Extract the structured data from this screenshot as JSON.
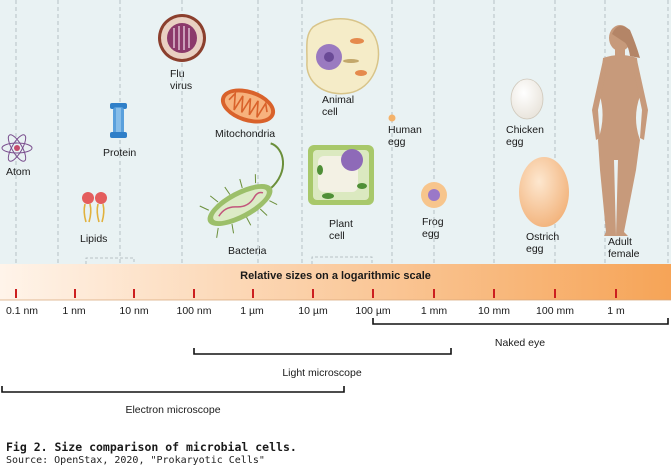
{
  "scale": {
    "title": "Relative sizes on a logarithmic scale",
    "ticks": [
      "0.1 nm",
      "1 nm",
      "10 nm",
      "100 nm",
      "1 µm",
      "10 µm",
      "100 µm",
      "1 mm",
      "10 mm",
      "100 mm",
      "1 m"
    ]
  },
  "items": {
    "atom": "Atom",
    "lipids": "Lipids",
    "protein": "Protein",
    "flu_virus": "Flu\nvirus",
    "mitochondria": "Mitochondria",
    "bacteria": "Bacteria",
    "animal_cell": "Animal\ncell",
    "plant_cell": "Plant\ncell",
    "human_egg": "Human\negg",
    "frog_egg": "Frog\negg",
    "chicken_egg": "Chicken\negg",
    "ostrich_egg": "Ostrich\negg",
    "adult_female": "Adult\nfemale"
  },
  "ranges": {
    "naked_eye": "Naked eye",
    "light_microscope": "Light microscope",
    "electron_microscope": "Electron microscope"
  },
  "caption": {
    "title": "Fig 2. Size comparison of microbial cells.",
    "source": "Source: OpenStax, 2020, \"Prokaryotic Cells\""
  },
  "colors": {
    "bar_start": "#fff3e8",
    "bar_end": "#f5a25a",
    "tick_mark": "#cc1f1f",
    "grid_bg": "#e8f1f2"
  }
}
